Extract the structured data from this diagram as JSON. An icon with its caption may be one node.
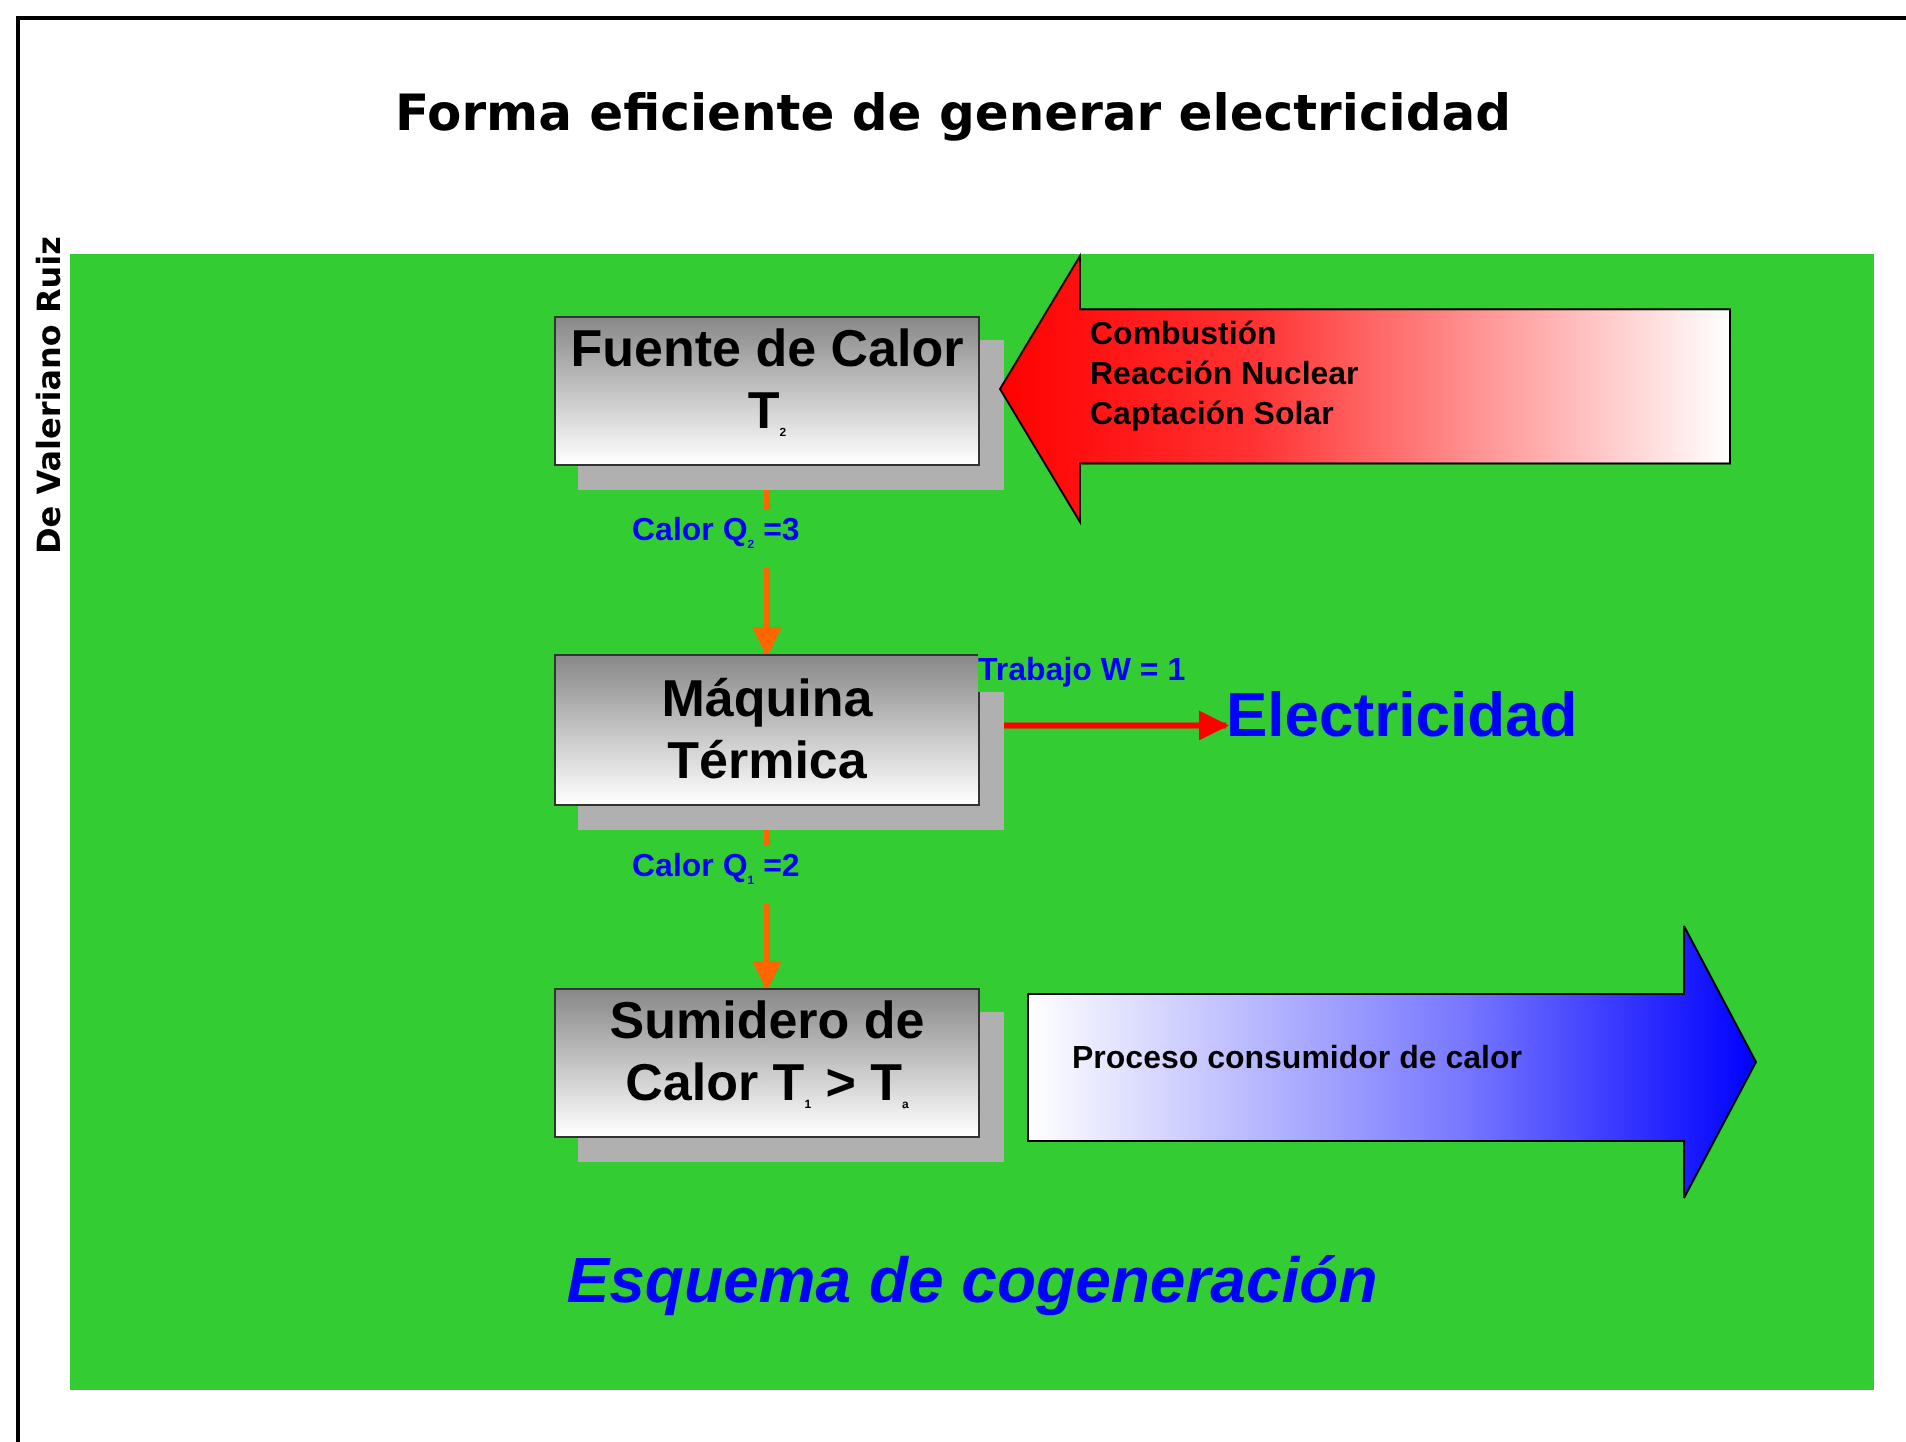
{
  "diagram": {
    "title": "Forma eficiente de generar electricidad",
    "nodes": [
      {
        "text": [
          "Fuente de Calor T$_{2}$"
        ]
      },
      {
        "text": [
          "Máquina Térmica"
        ]
      },
      {
        "text": [
          "Sumidero de Calor T$_{1}$ > T$_{a}$"
        ]
      },
      {
        "text": [
          "Combustión",
          "Reacción Nuclear",
          "Captación Solar"
        ]
      },
      {
        "text": [
          "Electricidad"
        ]
      },
      {
        "text": [
          "Proceso consumidor de calor"
        ]
      }
    ],
    "edges": [
      {
        "from": 0,
        "to": 1,
        "arrow": "to",
        "label": "Calor Q$_{2}$ =3"
      },
      {
        "from": 1,
        "to": 2,
        "arrow": "to",
        "label": "Calor Q$_{1}$ =2"
      },
      {
        "from": 1,
        "to": 4,
        "arrow": "to",
        "label": "Trabajo W = 1",
        "color": "#ff0000"
      }
    ],
    "labels": [
      "Esquema de cogeneración",
      "De Valeriano Ruiz"
    ]
  }
}
